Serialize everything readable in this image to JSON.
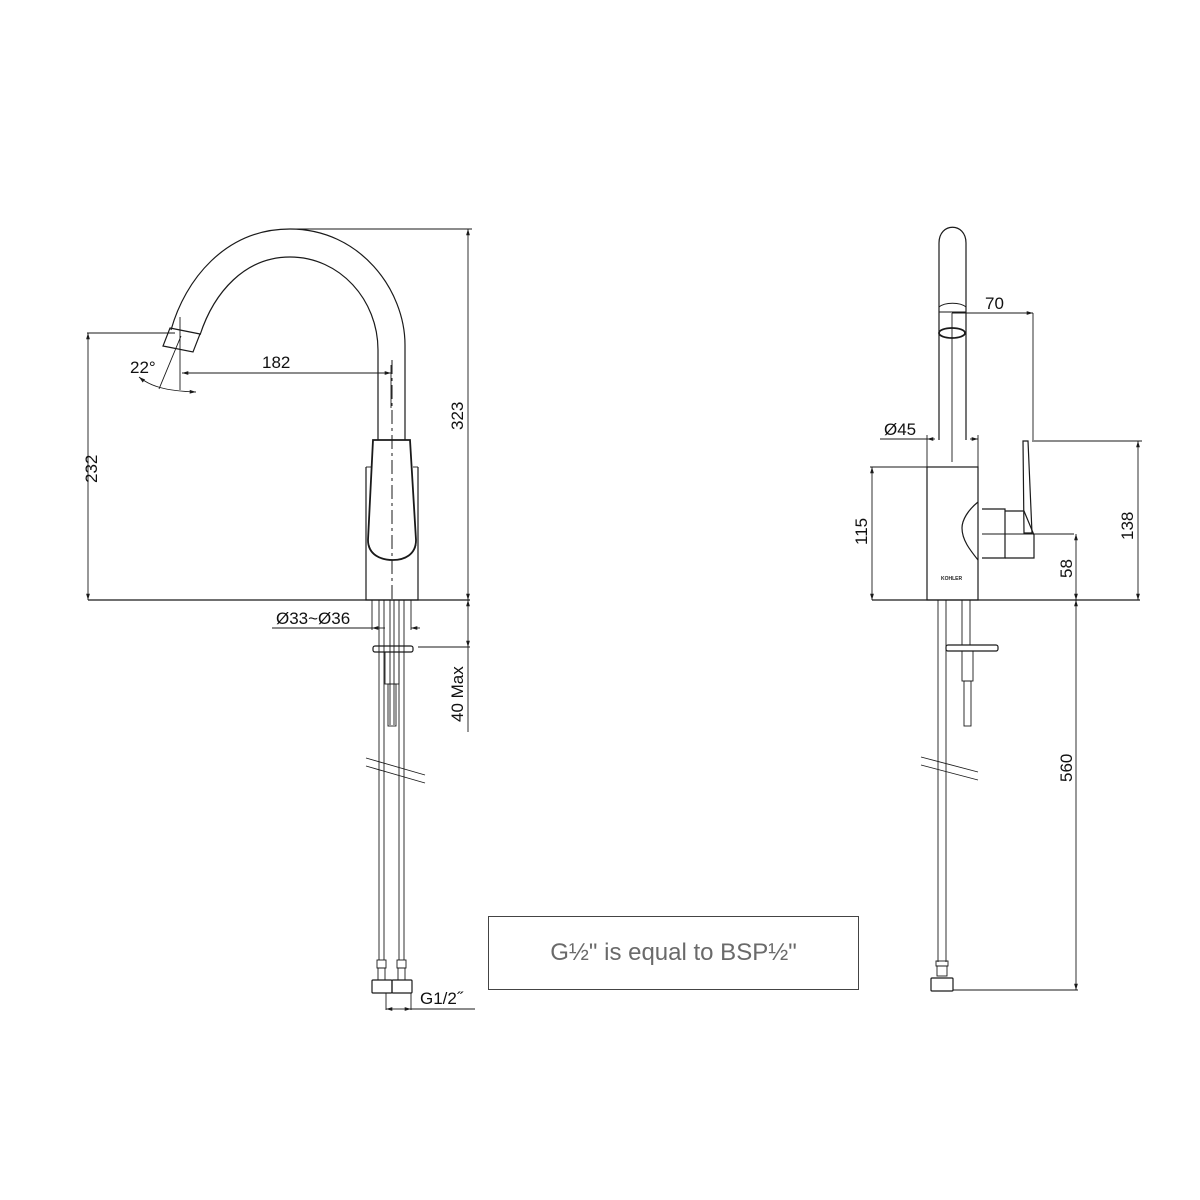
{
  "drawing": {
    "title": "Kitchen faucet dimension drawing",
    "colors": {
      "line": "#1a1a1a",
      "text": "#111111",
      "note_text": "#6a6a6a",
      "background": "#ffffff"
    },
    "units": "mm",
    "front_view": {
      "dimensions": {
        "spout_angle": "22°",
        "spout_reach": "182",
        "total_height": "323",
        "spout_outlet_height": "232",
        "mounting_hole": "Ø33~Ø36",
        "deck_thickness": "40 Max",
        "inlet_thread": "G1/2˝"
      }
    },
    "side_view": {
      "brand_mark": "KOHLER",
      "dimensions": {
        "handle_offset": "70",
        "body_diameter": "Ø45",
        "body_height": "115",
        "handle_height": "138",
        "handle_axis_height": "58",
        "hose_length": "560"
      }
    },
    "note": {
      "text": "G½\" is equal to BSP½\""
    }
  }
}
